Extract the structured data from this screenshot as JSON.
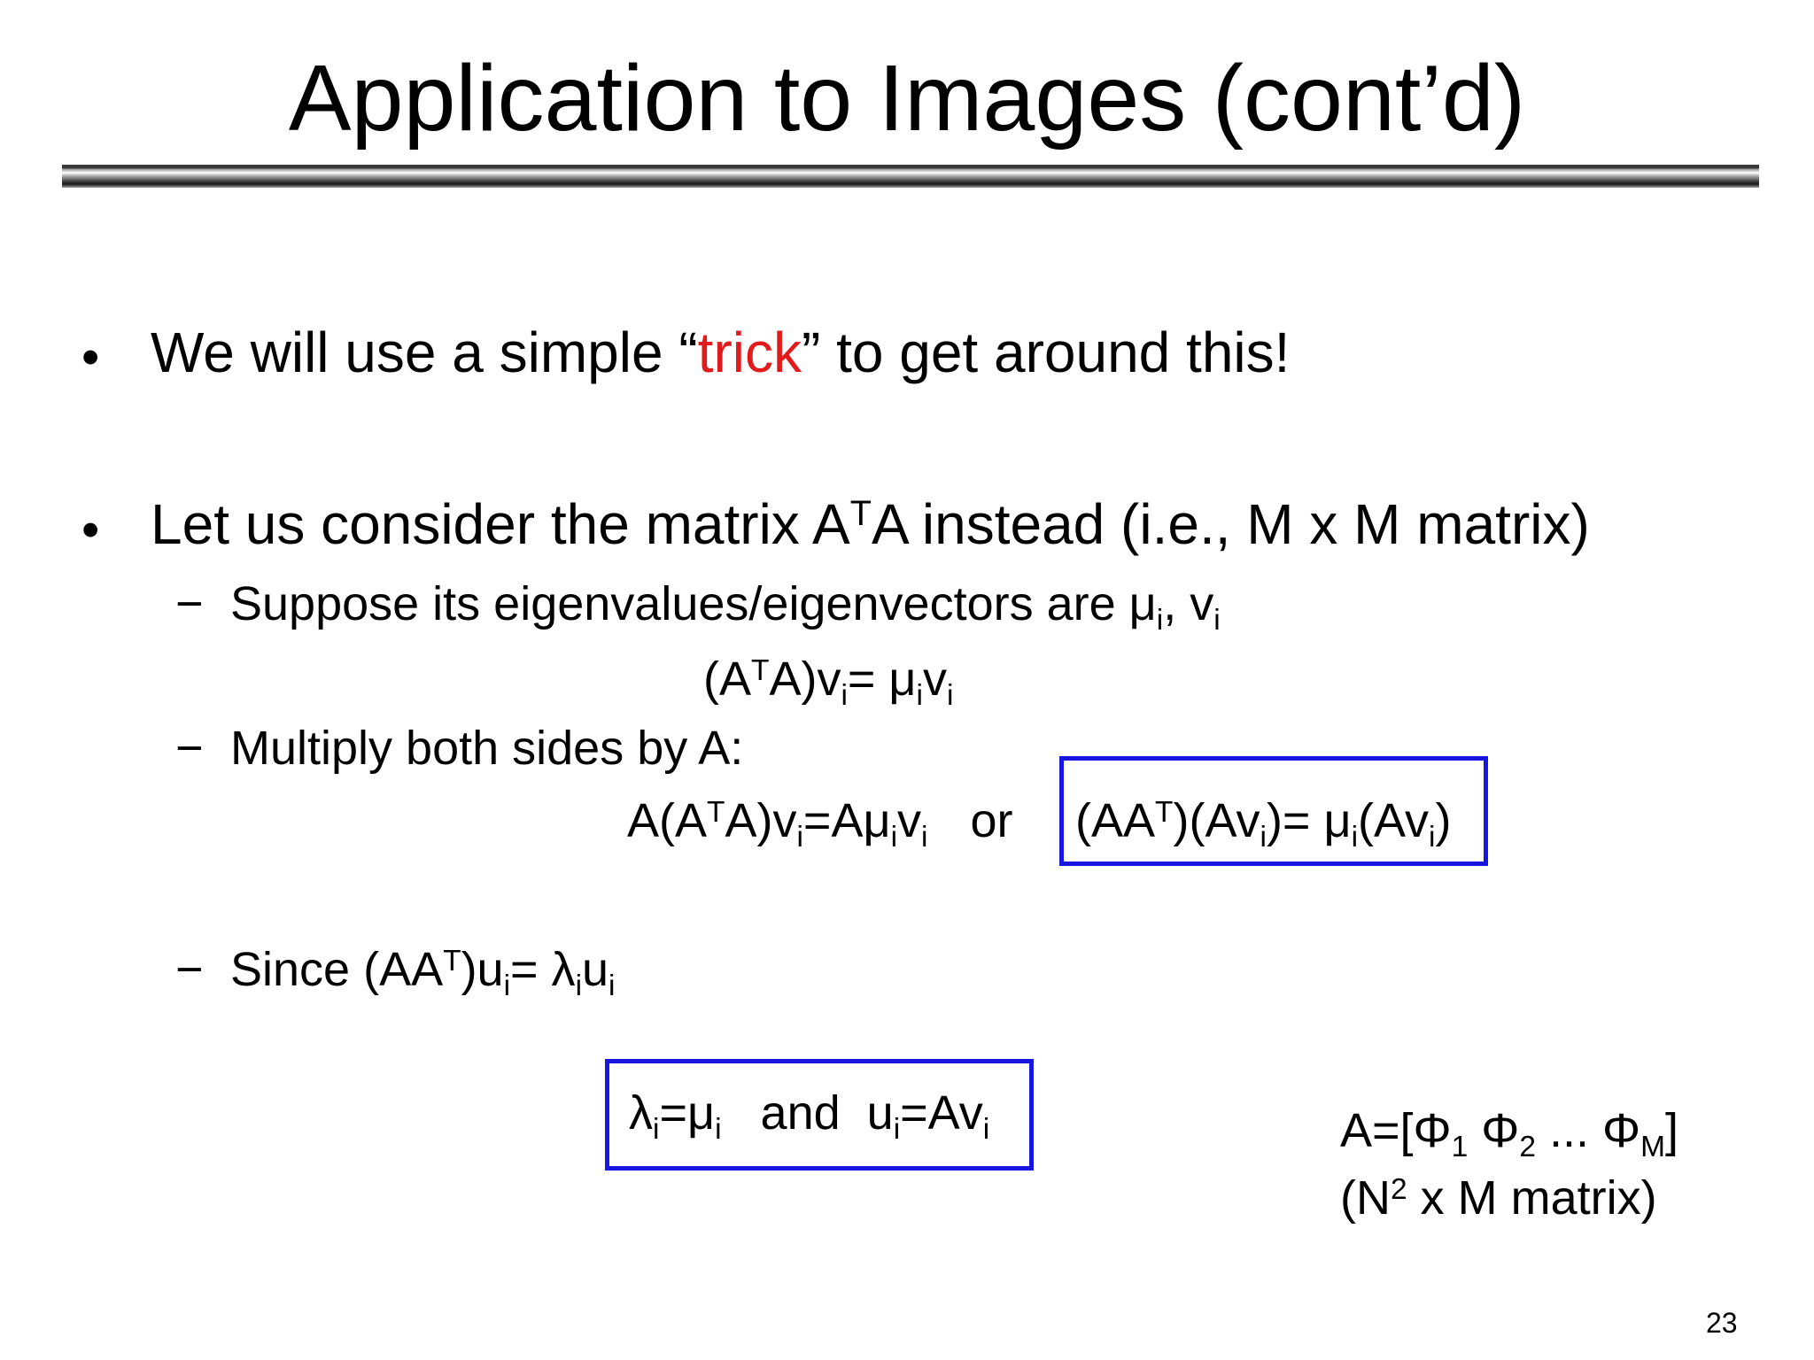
{
  "slide": {
    "title": "Application to Images (cont’d)",
    "page_number": "23"
  },
  "bullets": [
    {
      "marker": "•",
      "text_before": "We will use a simple “",
      "highlight": "trick",
      "text_after": "” to get around this!"
    },
    {
      "marker": "•",
      "text_pre": "Let us consider the matrix A",
      "sup": "T",
      "text_post": "A instead (i.e., M x M matrix)"
    }
  ],
  "sub_bullets": [
    {
      "marker": "−",
      "text": "Suppose its eigenvalues/eigenvectors are μ",
      "sub1": "i",
      "mid": ", v",
      "sub2": "i"
    },
    {
      "marker": "−",
      "text": "Multiply both sides by A:"
    },
    {
      "marker": "−",
      "text": "Since (AA",
      "sup": "T",
      "mid1": ")u",
      "sub1": "i",
      "mid2": "= λ",
      "sub2": "i",
      "mid3": "u",
      "sub3": "i"
    }
  ],
  "equations": {
    "eq1": {
      "a": "(A",
      "sup1": "T",
      "b": "A)v",
      "sub1": "i",
      "c": "= μ",
      "sub2": "i",
      "d": "v",
      "sub3": "i"
    },
    "eq2": {
      "a": "A(A",
      "sup1": "T",
      "b": "A)v",
      "sub1": "i",
      "c": "=Aμ",
      "sub2": "i",
      "d": "v",
      "sub3": "i",
      "or": "or"
    },
    "eq3": {
      "a": "(AA",
      "sup1": "T",
      "b": ")(Av",
      "sub1": "i",
      "c": ")= μ",
      "sub2": "i",
      "d": "(Av",
      "sub3": "i",
      "e": ")"
    },
    "eq4": {
      "a": "λ",
      "sub1": "i",
      "b": "=μ",
      "sub2": "i",
      "c": "and",
      "d": "u",
      "sub3": "i",
      "e": "=Av",
      "sub4": "i"
    }
  },
  "note": {
    "line1_a": "A=[Φ",
    "line1_sub1": "1",
    "line1_b": " Φ",
    "line1_sub2": "2",
    "line1_c": " ... Φ",
    "line1_sub3": "M",
    "line1_d": "]",
    "line2_a": "(N",
    "line2_sup": "2",
    "line2_b": " x M matrix)"
  },
  "colors": {
    "highlight_text": "#e11b1b",
    "box_border": "#1616e0",
    "text": "#000000",
    "background": "#ffffff"
  }
}
